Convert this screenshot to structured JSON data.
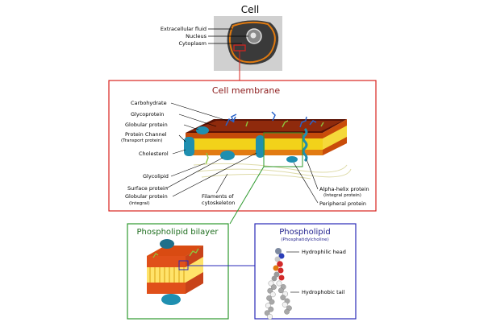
{
  "cell": {
    "title": "Cell",
    "labels": [
      "Extracellular fluid",
      "Nucleus",
      "Cytoplasm"
    ]
  },
  "membrane": {
    "title": "Cell membrane",
    "labels_left": {
      "carbohydrate": "Carbohydrate",
      "glycoprotein": "Glycoprotein",
      "globular_protein": "Globular protein",
      "protein_channel": "Protein Channel",
      "protein_channel_sub": "(Transport protein)",
      "cholesterol": "Cholesterol",
      "glycolipid": "Glycolipid",
      "surface_protein": "Surface protein",
      "globular_integral": "Globular protein",
      "globular_integral_sub": "(Integral)"
    },
    "labels_bottom": {
      "filaments_1": "Filaments of",
      "filaments_2": "cytoskeleton",
      "alpha_helix": "Alpha-helix protein",
      "alpha_helix_sub": "(Integral protein)",
      "peripheral": "Peripheral protein"
    }
  },
  "bilayer": {
    "title": "Phospholipid bilayer"
  },
  "phospholipid": {
    "title": "Phospholipid",
    "subtitle": "(Phosphatidylcholine)",
    "head_label": "Hydrophilic head",
    "tail_label": "Hydrophobic tail"
  },
  "colors": {
    "membrane_box": "#d9231e",
    "bilayer_box": "#2e9a2e",
    "phospholipid_box": "#2a2ab8",
    "membrane_title": "#8b1a1a",
    "bilayer_title": "#1f6e1f",
    "phospholipid_title": "#1f1f8c"
  }
}
